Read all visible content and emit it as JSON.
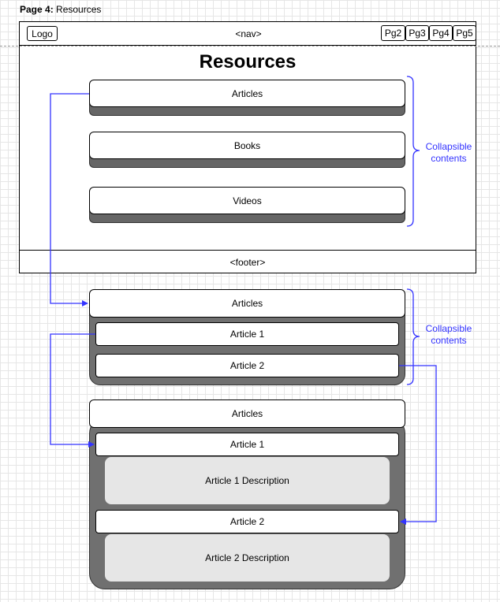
{
  "page_title": {
    "prefix": "Page 4:",
    "name": "Resources"
  },
  "nav": {
    "logo": "Logo",
    "placeholder": "<nav>",
    "pages": [
      "Pg2",
      "Pg3",
      "Pg4",
      "Pg5"
    ]
  },
  "main": {
    "heading": "Resources",
    "sections": [
      "Articles",
      "Books",
      "Videos"
    ]
  },
  "footer": "<footer>",
  "annotations": {
    "collapsible_line1": "Collapsible",
    "collapsible_line2": "contents"
  },
  "expanded_articles": {
    "header": "Articles",
    "items": [
      "Article 1",
      "Article 2"
    ]
  },
  "expanded_descriptions": {
    "header": "Articles",
    "items": [
      {
        "label": "Article 1",
        "description": "Article 1 Description"
      },
      {
        "label": "Article 2",
        "description": "Article 2 Description"
      }
    ]
  },
  "colors": {
    "annotation": "#3333ff",
    "panel": "#707070",
    "description_bg": "#e6e6e6"
  }
}
